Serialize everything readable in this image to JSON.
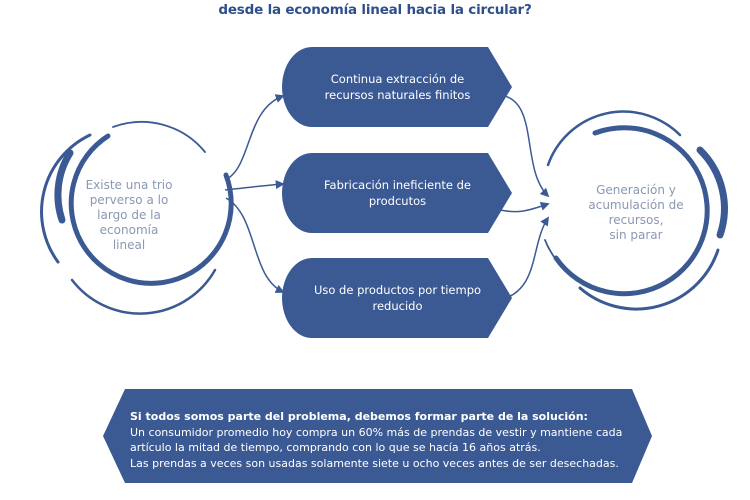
{
  "title": {
    "partial_line": "",
    "line2": "desde la economía lineal hacia la circular?"
  },
  "left_circle": {
    "lines": [
      "Existe una trio",
      "perverso a lo",
      "largo de la",
      "economía",
      "lineal"
    ]
  },
  "right_circle": {
    "lines": [
      "Generación y",
      "acumulación de",
      "recursos,",
      "sin parar"
    ]
  },
  "boxes": [
    {
      "line1": "Continua extracción de",
      "line2": "recursos naturales finitos"
    },
    {
      "line1": "Fabricación ineficiente de",
      "line2": "prodcutos"
    },
    {
      "line1": "Uso de productos por tiempo",
      "line2": "reducido"
    }
  ],
  "banner": {
    "heading": "Si todos somos parte del problema, debemos formar parte de la solución:",
    "line1": "Un consumidor promedio hoy compra un 60% más de prendas de vestir y mantiene cada",
    "line2": "artículo la mitad de tiempo, comprando con lo que se hacía 16 años atrás.",
    "line3": "Las prendas a veces son usadas solamente siete u ocho veces antes de ser desechadas."
  },
  "colors": {
    "primary": "#3b5a94",
    "title": "#2f4f8c",
    "circle_text": "#8a98b4"
  }
}
